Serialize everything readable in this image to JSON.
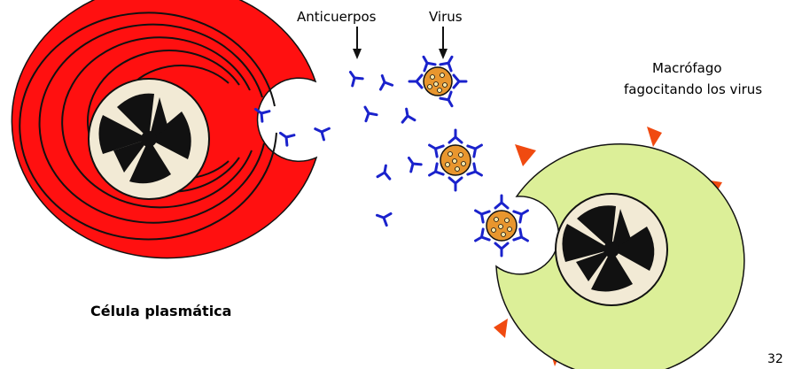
{
  "labels": {
    "antibodies": "Anticuerpos",
    "virus": "Virus",
    "macrophage_line1": "Macrófago",
    "macrophage_line2": "fagocitando los virus",
    "plasma_cell": "Célula plasmática",
    "page_number": "32"
  },
  "colors": {
    "plasma_cell": "#ff1010",
    "macrophage": "#dcef98",
    "macrophage_spikes": "#f04a10",
    "antibody": "#1a22cc",
    "virus": "#e8962e",
    "nucleus_fill": "#f2ead5",
    "chromatin": "#111111"
  },
  "icons": [
    "plasma-cell-icon",
    "macrophage-icon",
    "antibody-icon",
    "virus-icon",
    "arrow-down-icon"
  ]
}
